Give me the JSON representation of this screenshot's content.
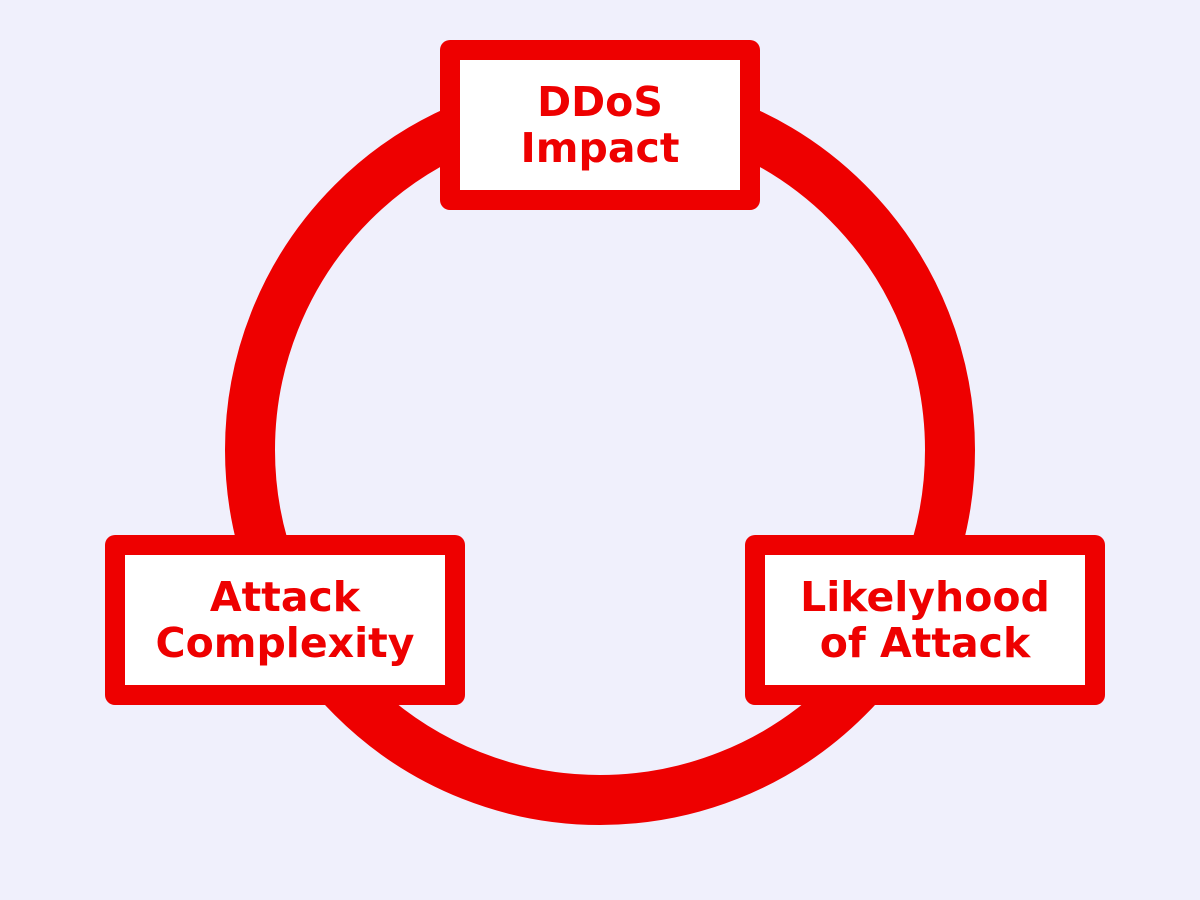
{
  "colors": {
    "background": "#f0f0fc",
    "accent": "#ee0000",
    "box_fill": "#ffffff"
  },
  "diagram": {
    "type": "cycle",
    "nodes": [
      {
        "id": "top",
        "label": "DDoS\nImpact"
      },
      {
        "id": "left",
        "label": "Attack\nComplexity"
      },
      {
        "id": "right",
        "label": "Likelyhood\nof Attack"
      }
    ]
  }
}
